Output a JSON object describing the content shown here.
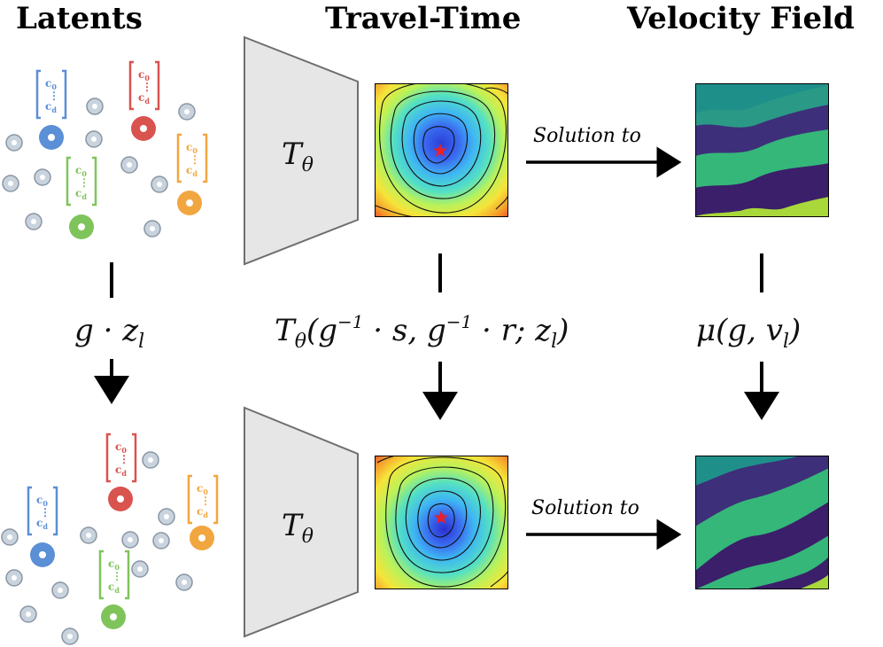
{
  "headers": {
    "latents": "Latents",
    "travel_time": "Travel-Time",
    "velocity_field": "Velocity Field"
  },
  "network_label": "T",
  "network_subscript": "θ",
  "arrow_label": "Solution to",
  "transforms": {
    "latent": "g · z",
    "latent_sub": "l",
    "travel_time": "T",
    "travel_time_sub": "θ",
    "travel_time_args": "(g",
    "travel_time_exp1": "−1",
    "travel_time_mid": " · s, g",
    "travel_time_exp2": "−1",
    "travel_time_end": " · r; z",
    "travel_time_end_sub": "l",
    "travel_time_close": ")",
    "velocity": "μ(g, v",
    "velocity_sub": "l",
    "velocity_close": ")"
  },
  "latent_vector": {
    "top": "c",
    "top_sub": "0",
    "bottom": "c",
    "bottom_sub": "d",
    "dots": "⋮"
  },
  "colors": {
    "blue": "#5b8fd6",
    "red": "#d9534f",
    "green": "#7fc45a",
    "orange": "#f2a640",
    "gray_node": "#c9d3de",
    "trapezoid": "#e6e6e6"
  },
  "icons": [
    "star-marker-icon",
    "arrow-right-icon",
    "arrow-down-icon",
    "latent-node-icon"
  ]
}
